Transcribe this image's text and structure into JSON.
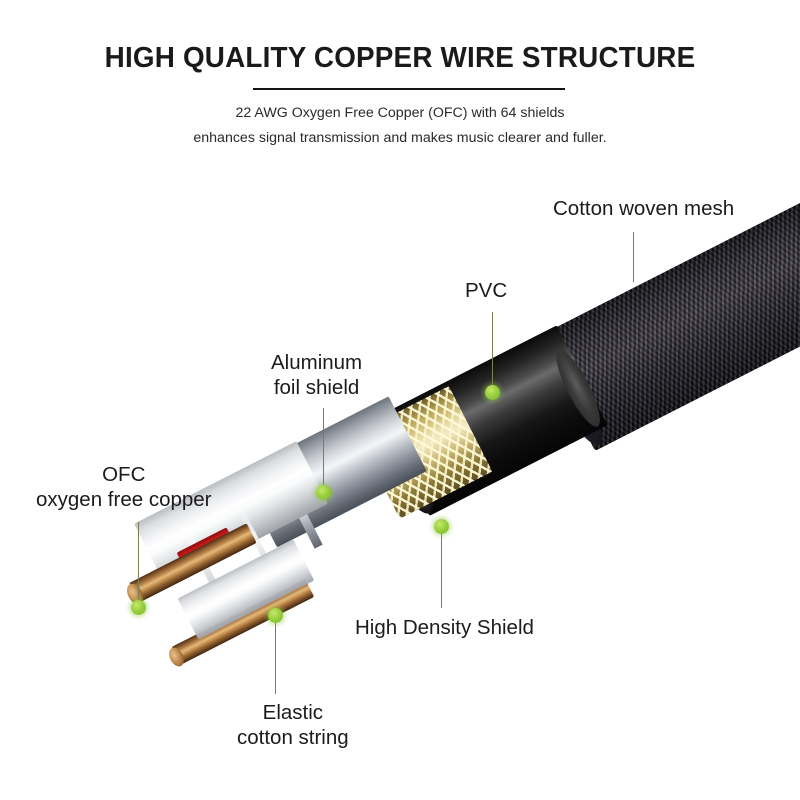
{
  "header": {
    "title": "HIGH QUALITY COPPER WIRE STRUCTURE",
    "subtitle_line1": "22 AWG Oxygen Free Copper (OFC) with 64 shields",
    "subtitle_line2": "enhances signal transmission and makes music clearer and fuller."
  },
  "colors": {
    "title": "#1a1a1a",
    "subtitle": "#2a2a2a",
    "marker_green": "#8CC63F",
    "leader_line": "#7e7d53",
    "pvc_black": "#0d0d0d",
    "braid_gold": "#d8c77e",
    "foil_silver": "#b8bbc0",
    "cotton_white": "#f4f5f7",
    "copper": "#c08a4e",
    "mesh_dark": "#2a2630",
    "red_insulator": "#d01a1a"
  },
  "callouts": [
    {
      "id": "cotton-woven-mesh",
      "label": "Cotton woven mesh",
      "lines": [
        "Cotton woven mesh"
      ]
    },
    {
      "id": "pvc",
      "label": "PVC",
      "lines": [
        "PVC"
      ]
    },
    {
      "id": "aluminum-foil-shield",
      "label": "Aluminum foil shield",
      "lines": [
        "Aluminum",
        "foil shield"
      ]
    },
    {
      "id": "ofc-oxygen-free-copper",
      "label": "OFC oxygen free copper",
      "lines": [
        "OFC",
        "oxygen free copper"
      ]
    },
    {
      "id": "high-density-shield",
      "label": "High Density Shield",
      "lines": [
        "High Density Shield"
      ]
    },
    {
      "id": "elastic-cotton-string",
      "label": "Elastic cotton string",
      "lines": [
        "Elastic",
        "cotton string"
      ]
    }
  ],
  "diagram": {
    "subject": "audio cable cutaway showing layered internal structure",
    "layers_outer_to_inner": [
      "Cotton woven mesh",
      "PVC",
      "High Density Shield",
      "Aluminum foil shield",
      "Elastic cotton string",
      "OFC oxygen free copper"
    ]
  }
}
